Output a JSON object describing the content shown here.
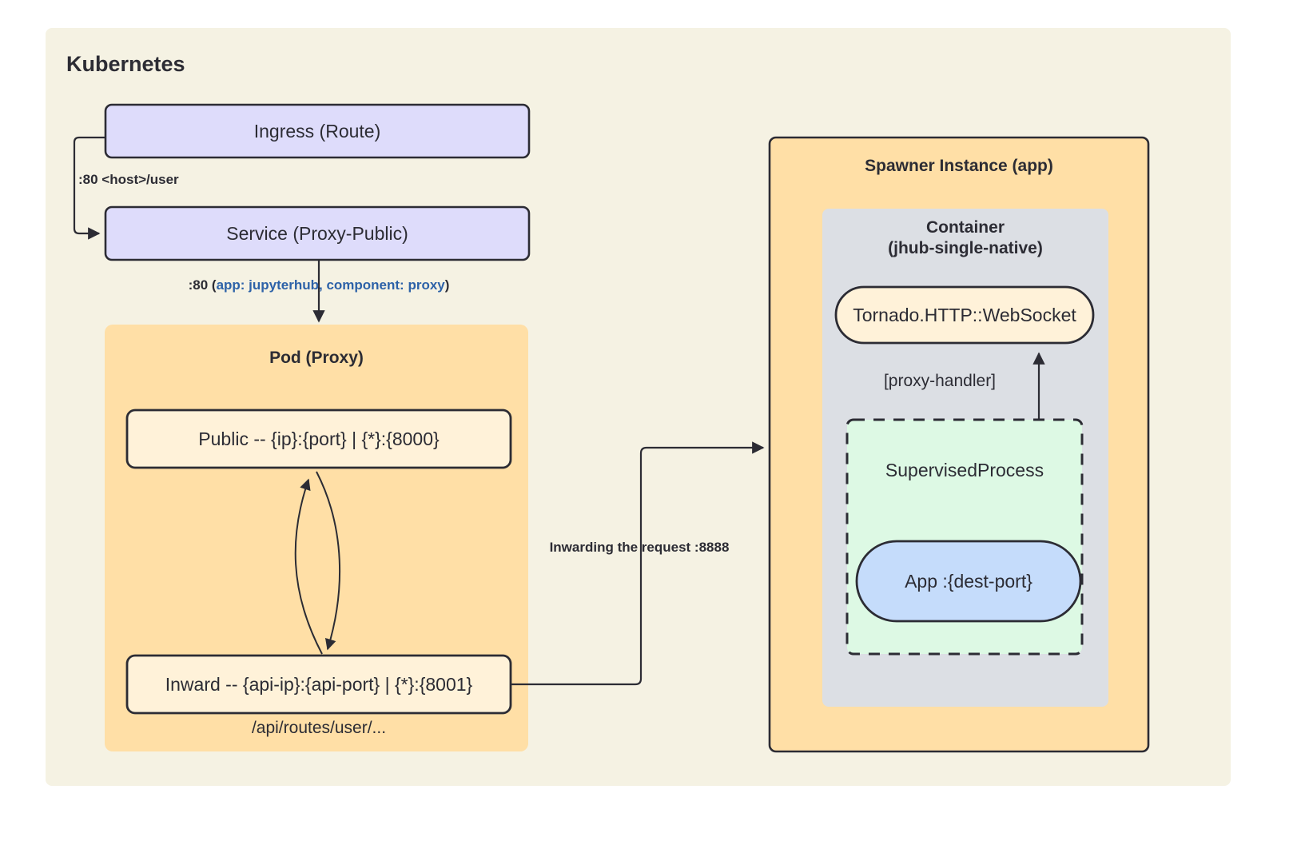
{
  "diagram": {
    "type": "architecture-flow",
    "title": "Kubernetes",
    "colors": {
      "page_background": "#ffffff",
      "outer_background": "#f5f2e3",
      "k8s_node_fill": "#dedcfb",
      "group_orange_fill": "#ffdfa6",
      "inner_cream_fill": "#fff2d9",
      "container_gray_fill": "#dcdfe4",
      "supervised_green_fill": "#ddf9e4",
      "app_blue_fill": "#c5dcfb",
      "stroke": "#2c2c34",
      "text": "#2c2c34",
      "accent_label": "#2d62a8"
    }
  },
  "kubernetes_group": {
    "label": "Kubernetes"
  },
  "nodes": {
    "ingress": {
      "label": "Ingress (Route)"
    },
    "service": {
      "label": "Service (Proxy-Public)"
    },
    "pod_proxy": {
      "label": "Pod (Proxy)"
    },
    "public_listener": {
      "label": "Public -- {ip}:{port} | {*}:{8000}"
    },
    "inward_listener": {
      "label": "Inward -- {api-ip}:{api-port} | {*}:{8001}"
    },
    "api_route_note": {
      "label": "/api/routes/user/..."
    },
    "spawner_instance": {
      "label": "Spawner Instance (app)"
    },
    "container": {
      "label_line1": "Container",
      "label_line2": "(jhub-single-native)"
    },
    "tornado": {
      "label": "Tornado.HTTP::WebSocket"
    },
    "supervised_process": {
      "label": "SupervisedProcess"
    },
    "app": {
      "label": "App :{dest-port}"
    }
  },
  "edges": {
    "ingress_to_service": {
      "label_bold": ":80 ",
      "label_plain": "<host>/user"
    },
    "service_to_pod": {
      "label_bold": ":80 (",
      "label_accent": "app: jupyterhub, component: proxy",
      "label_tail": ")"
    },
    "inward_to_spawner": {
      "label": "Inwarding the request :8888"
    },
    "supervised_to_tornado": {
      "label": "[proxy-handler]"
    }
  }
}
